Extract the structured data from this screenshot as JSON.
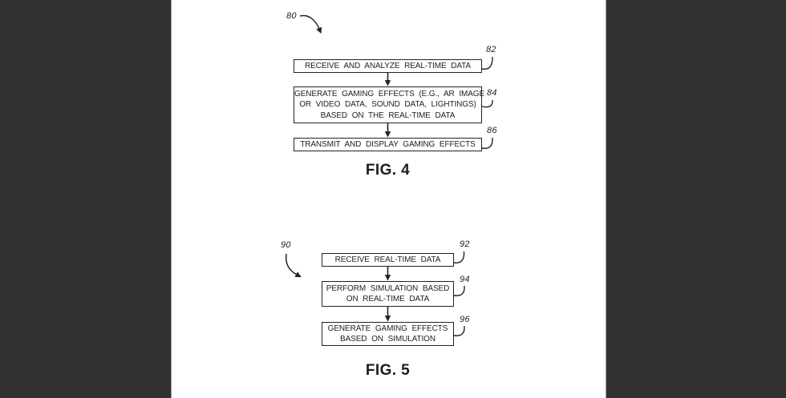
{
  "colors": {
    "backdrop": "#313134",
    "paper": "#ffffff",
    "ink": "#232323",
    "paper_edge": "#9a9a9a"
  },
  "figures": [
    {
      "label": "80",
      "caption": "FIG. 4",
      "steps": [
        {
          "ref": "82",
          "lines": [
            "RECEIVE AND ANALYZE REAL-TIME DATA"
          ]
        },
        {
          "ref": "84",
          "lines": [
            "GENERATE GAMING EFFECTS (E.G., AR IMAGE",
            "OR VIDEO DATA, SOUND DATA, LIGHTINGS)",
            "BASED ON THE REAL-TIME DATA"
          ]
        },
        {
          "ref": "86",
          "lines": [
            "TRANSMIT AND DISPLAY GAMING EFFECTS"
          ]
        }
      ]
    },
    {
      "label": "90",
      "caption": "FIG. 5",
      "steps": [
        {
          "ref": "92",
          "lines": [
            "RECEIVE REAL-TIME DATA"
          ]
        },
        {
          "ref": "94",
          "lines": [
            "PERFORM SIMULATION BASED",
            "ON REAL-TIME DATA"
          ]
        },
        {
          "ref": "96",
          "lines": [
            "GENERATE GAMING EFFECTS",
            "BASED ON SIMULATION"
          ]
        }
      ]
    }
  ]
}
